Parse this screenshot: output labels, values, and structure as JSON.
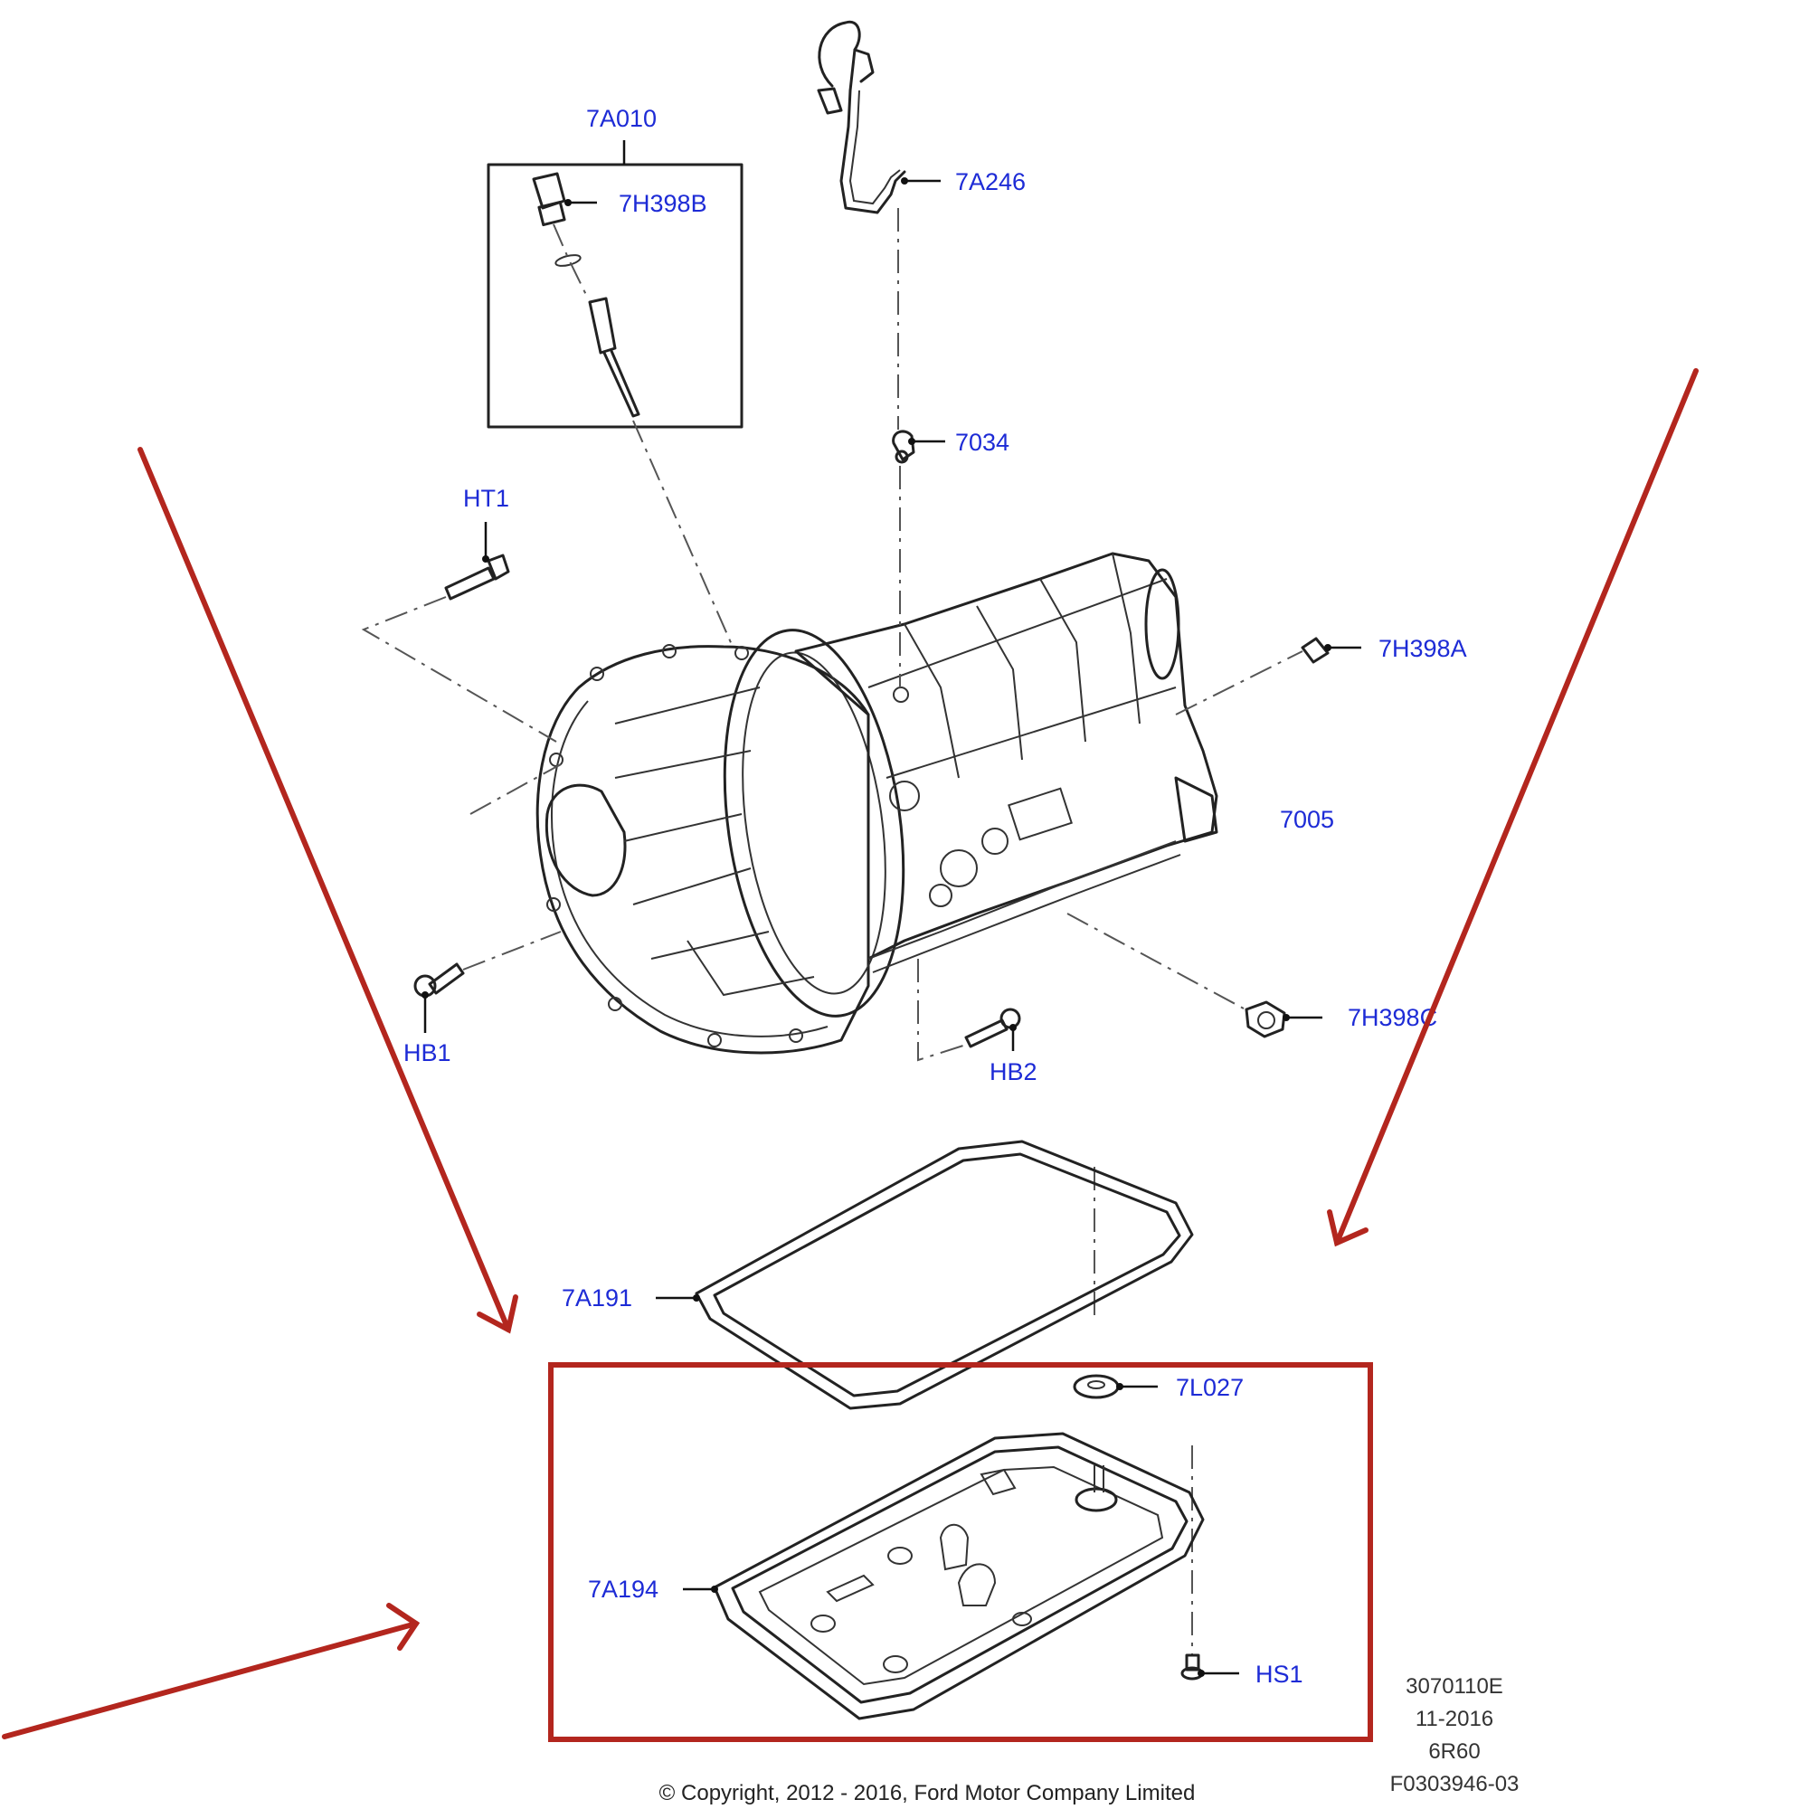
{
  "diagram": {
    "callouts": {
      "7A010": "7A010",
      "7H398B": "7H398B",
      "7A246": "7A246",
      "7034": "7034",
      "HT1": "HT1",
      "7H398A": "7H398A",
      "7005": "7005",
      "HB1": "HB1",
      "HB2": "HB2",
      "7H398C": "7H398C",
      "7A191": "7A191",
      "7L027": "7L027",
      "7A194": "7A194",
      "HS1": "HS1"
    },
    "info_block": [
      "3070110E",
      "11-2016",
      "6R60",
      "F0303946-03"
    ],
    "copyright": "© Copyright, 2012 - 2016, Ford Motor Company Limited",
    "colors": {
      "callout_text": "#1d2bd6",
      "annotation_red": "#b3261e",
      "line_art": "#222222"
    }
  }
}
